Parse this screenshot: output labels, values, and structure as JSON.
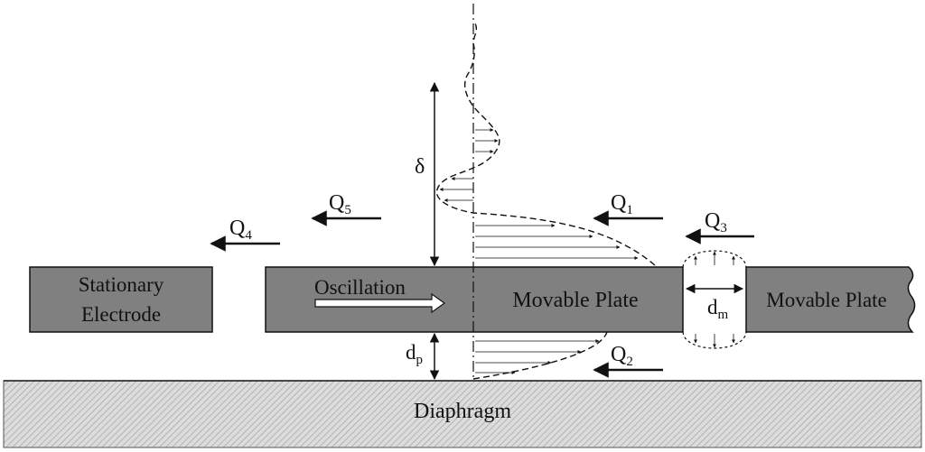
{
  "labels": {
    "stationary_line1": "Stationary",
    "stationary_line2": "Electrode",
    "oscillation": "Oscillation",
    "movable_plate_left": "Movable Plate",
    "movable_plate_right": "Movable Plate",
    "diaphragm": "Diaphragm",
    "delta": "δ",
    "dp_main": "d",
    "dp_sub": "p",
    "dm_main": "d",
    "dm_sub": "m",
    "q1_main": "Q",
    "q1_sub": "1",
    "q2_main": "Q",
    "q2_sub": "2",
    "q3_main": "Q",
    "q3_sub": "3",
    "q4_main": "Q",
    "q4_sub": "4",
    "q5_main": "Q",
    "q5_sub": "5"
  },
  "colors": {
    "plate_fill": "#808080",
    "diaphragm_fill": "#d9d9d9",
    "stroke": "#111111"
  }
}
